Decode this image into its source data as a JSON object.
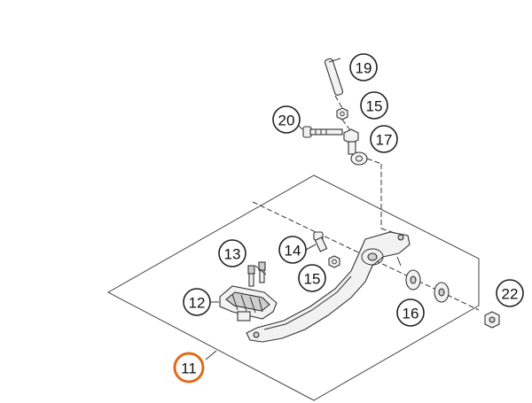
{
  "callouts": [
    {
      "id": "c19",
      "label": "19",
      "highlight": false
    },
    {
      "id": "c15a",
      "label": "15",
      "highlight": false
    },
    {
      "id": "c20",
      "label": "20",
      "highlight": false
    },
    {
      "id": "c17",
      "label": "17",
      "highlight": false
    },
    {
      "id": "c13",
      "label": "13",
      "highlight": false
    },
    {
      "id": "c14",
      "label": "14",
      "highlight": false
    },
    {
      "id": "c15b",
      "label": "15",
      "highlight": false
    },
    {
      "id": "c12",
      "label": "12",
      "highlight": false
    },
    {
      "id": "c22",
      "label": "22",
      "highlight": false
    },
    {
      "id": "c16",
      "label": "16",
      "highlight": false
    },
    {
      "id": "c11",
      "label": "11",
      "highlight": true
    }
  ],
  "colors": {
    "highlight": "#e06a1c",
    "line": "#222222"
  }
}
